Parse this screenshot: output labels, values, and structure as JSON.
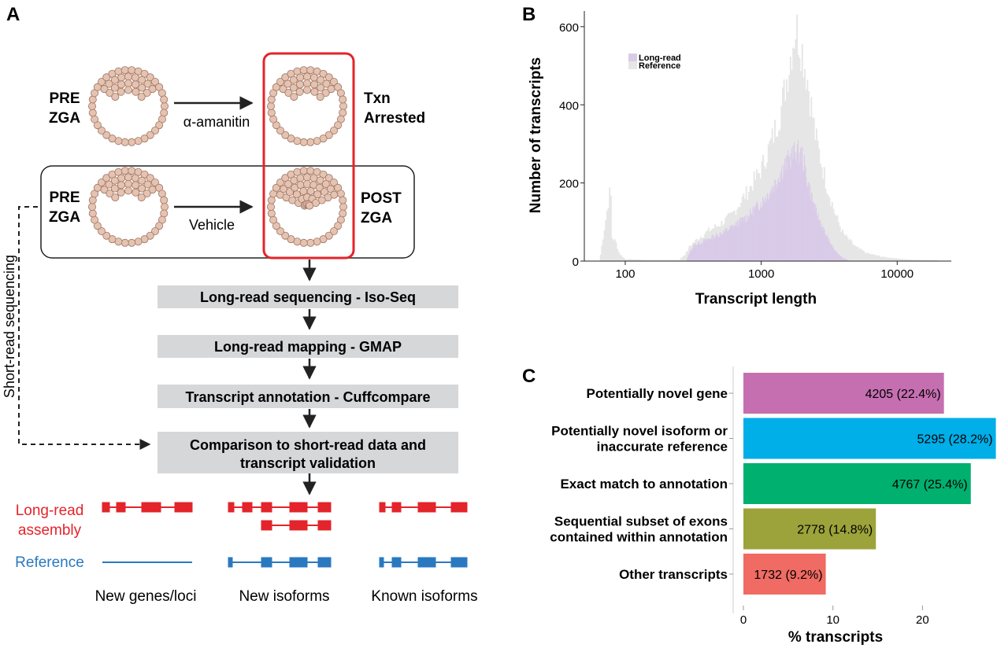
{
  "panel_labels": {
    "a": "A",
    "b": "B",
    "c": "C"
  },
  "colors": {
    "cell": "#e6c2b0",
    "cell_stroke": "#9a7564",
    "red": "#e3242b",
    "blue": "#2a79c0",
    "box_gray": "#d6d7d9",
    "hist_ref": "#e6e6e6",
    "hist_long": "#d9cbe8"
  },
  "panel_a": {
    "row1": {
      "left_line1": "PRE",
      "left_line2": "ZGA",
      "treatment": "α-amanitin",
      "right_line1": "Txn",
      "right_line2": "Arrested"
    },
    "row2": {
      "left_line1": "PRE",
      "left_line2": "ZGA",
      "treatment": "Vehicle",
      "right_line1": "POST",
      "right_line2": "ZGA"
    },
    "side_label": "Short-read sequencing",
    "steps": [
      "Long-read sequencing - Iso-Seq",
      "Long-read mapping - GMAP",
      "Transcript annotation - Cuffcompare",
      "Comparison to short-read data and",
      "transcript validation"
    ],
    "legend": {
      "longread_line1": "Long-read",
      "longread_line2": "assembly",
      "reference": "Reference"
    },
    "categories": [
      "New genes/loci",
      "New isoforms",
      "Known isoforms"
    ]
  },
  "chart_data": [
    {
      "type": "area",
      "panel": "B",
      "xlabel": "Transcript length",
      "ylabel": "Number of transcripts",
      "x_scale": "log10",
      "xlim": [
        50,
        25000
      ],
      "ylim": [
        0,
        640
      ],
      "x_ticks": [
        "100",
        "1000",
        "10000"
      ],
      "y_ticks": [
        "0",
        "200",
        "400",
        "600"
      ],
      "legend_position": "top-left",
      "series": [
        {
          "name": "Long-read",
          "color": "#d9cbe8",
          "x": [
            280,
            300,
            320,
            400,
            500,
            600,
            800,
            1000,
            1200,
            1400,
            1600,
            1800,
            2000,
            2200,
            2500,
            3000,
            3500,
            4000,
            4500
          ],
          "y": [
            0,
            25,
            40,
            55,
            70,
            85,
            115,
            150,
            185,
            230,
            260,
            280,
            270,
            200,
            130,
            65,
            25,
            8,
            0
          ]
        },
        {
          "name": "Reference",
          "color": "#e6e6e6",
          "x": [
            65,
            72,
            78,
            80,
            85,
            90,
            100,
            150,
            200,
            250,
            280,
            300,
            350,
            400,
            500,
            600,
            700,
            800,
            1000,
            1200,
            1400,
            1600,
            1700,
            1800,
            2000,
            2200,
            2500,
            3000,
            3500,
            4000,
            5000,
            6000,
            8000,
            12000,
            20000
          ],
          "y": [
            5,
            110,
            190,
            60,
            50,
            20,
            5,
            3,
            3,
            3,
            20,
            40,
            60,
            75,
            95,
            115,
            150,
            180,
            235,
            310,
            390,
            500,
            560,
            600,
            540,
            460,
            320,
            200,
            120,
            70,
            35,
            20,
            10,
            4,
            2
          ]
        }
      ]
    },
    {
      "type": "bar",
      "panel": "C",
      "orientation": "horizontal",
      "xlabel": "% transcripts",
      "xlim": [
        0,
        28.5
      ],
      "x_ticks": [
        "0",
        "10",
        "20"
      ],
      "categories": [
        "Potentially novel gene",
        "Potentially novel isoform or\ninaccurate reference",
        "Exact match to annotation",
        "Sequential subset of exons\ncontained within annotation",
        "Other transcripts"
      ],
      "values": [
        22.4,
        28.2,
        25.4,
        14.8,
        9.2
      ],
      "labels": [
        "4205 (22.4%)",
        "5295 (28.2%)",
        "4767 (25.4%)",
        "2778 (14.8%)",
        "1732 (9.2%)"
      ],
      "colors": [
        "#c56fb1",
        "#00aee8",
        "#00b06f",
        "#9ca33a",
        "#ef6b63"
      ]
    }
  ]
}
